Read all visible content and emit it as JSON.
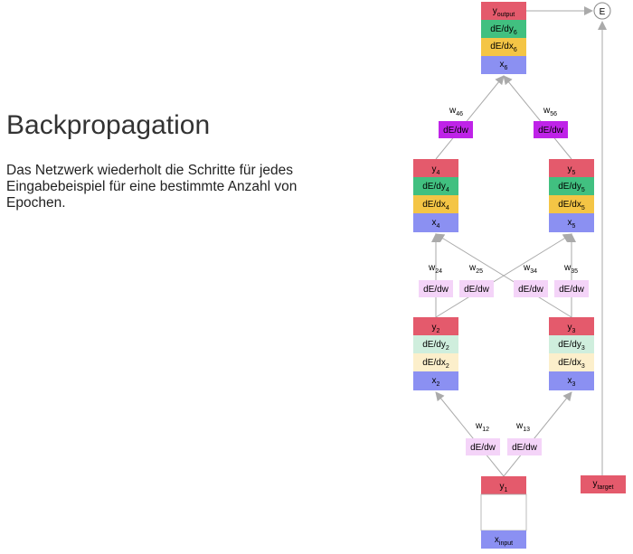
{
  "slide": {
    "title": "Backpropagation",
    "description": "Das Netzwerk wiederholt die Schritte für jedes Eingabebeispiel für eine bestimmte Anzahl von Epochen."
  },
  "colors": {
    "y": "#e45a6c",
    "grad_dark": "#41c080",
    "grad_light": "#cfeedd",
    "dx_dark": "#f4c545",
    "dx_light": "#fcefcb",
    "x": "#8b90f2",
    "w_active": "#bf23e8",
    "w_inactive": "#f4d4f8",
    "arrow": "#aaaaaa"
  },
  "nodes": {
    "n1": {
      "y": "y",
      "y_sub": "1",
      "x": "x",
      "x_sub": "input"
    },
    "n2": {
      "y": "y",
      "y_sub": "2",
      "dy": "dE/dy",
      "dy_sub": "2",
      "dx": "dE/dx",
      "dx_sub": "2",
      "x": "x",
      "x_sub": "2"
    },
    "n3": {
      "y": "y",
      "y_sub": "3",
      "dy": "dE/dy",
      "dy_sub": "3",
      "dx": "dE/dx",
      "dx_sub": "3",
      "x": "x",
      "x_sub": "3"
    },
    "n4": {
      "y": "y",
      "y_sub": "4",
      "dy": "dE/dy",
      "dy_sub": "4",
      "dx": "dE/dx",
      "dx_sub": "4",
      "x": "x",
      "x_sub": "4"
    },
    "n5": {
      "y": "y",
      "y_sub": "5",
      "dy": "dE/dy",
      "dy_sub": "5",
      "dx": "dE/dx",
      "dx_sub": "5",
      "x": "x",
      "x_sub": "5"
    },
    "n6": {
      "y": "y",
      "y_sub": "output",
      "dy": "dE/dy",
      "dy_sub": "6",
      "dx": "dE/dx",
      "dx_sub": "6",
      "x": "x",
      "x_sub": "6"
    }
  },
  "target": {
    "label": "y",
    "sub": "target"
  },
  "error_node": "E",
  "weights": {
    "w12": {
      "w": "w",
      "sub": "12",
      "grad": "dE/dw"
    },
    "w13": {
      "w": "w",
      "sub": "13",
      "grad": "dE/dw"
    },
    "w24": {
      "w": "w",
      "sub": "24",
      "grad": "dE/dw"
    },
    "w25": {
      "w": "w",
      "sub": "25",
      "grad": "dE/dw"
    },
    "w34": {
      "w": "w",
      "sub": "34",
      "grad": "dE/dw"
    },
    "w35": {
      "w": "w",
      "sub": "35",
      "grad": "dE/dw"
    },
    "w46": {
      "w": "w",
      "sub": "46",
      "grad": "dE/dw"
    },
    "w56": {
      "w": "w",
      "sub": "56",
      "grad": "dE/dw"
    }
  }
}
